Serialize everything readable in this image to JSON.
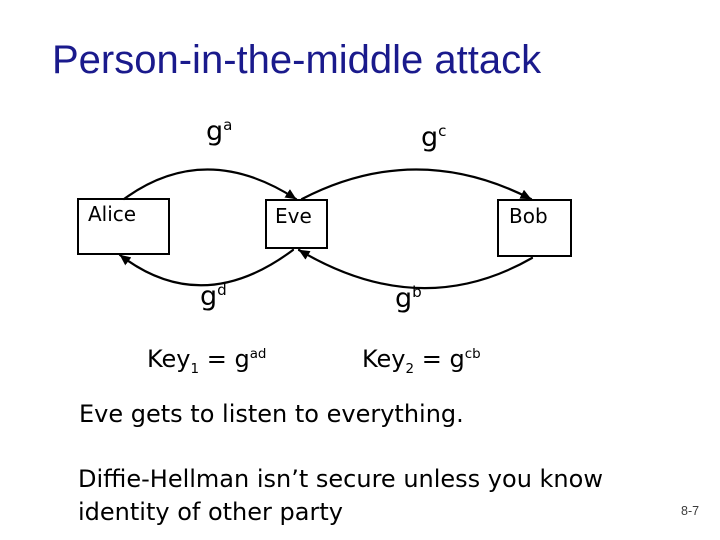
{
  "slide": {
    "title": "Person-in-the-middle attack",
    "page_number": "8-7"
  },
  "colors": {
    "title": "#1a1a8c",
    "text": "#000000",
    "page_number": "#3c3c3c",
    "background": "#ffffff"
  },
  "diagram": {
    "actors": {
      "alice": "Alice",
      "eve": "Eve",
      "bob": "Bob"
    },
    "messages": {
      "ga": {
        "base": "g",
        "sup": "a"
      },
      "gc": {
        "base": "g",
        "sup": "c"
      },
      "gd": {
        "base": "g",
        "sup": "d"
      },
      "gb": {
        "base": "g",
        "sup": "b"
      }
    },
    "keys": {
      "key1": {
        "name": "Key",
        "sub": "1",
        "eq": " = ",
        "base": "g",
        "sup": "ad"
      },
      "key2": {
        "name": "Key",
        "sub": "2",
        "eq": " = ",
        "base": "g",
        "sup": "cb"
      }
    }
  },
  "body": {
    "eve_line": "Eve gets to listen to everything.",
    "dh_line1": "Diffie-Hellman isn’t secure unless you know",
    "dh_line2": "identity of other party"
  }
}
